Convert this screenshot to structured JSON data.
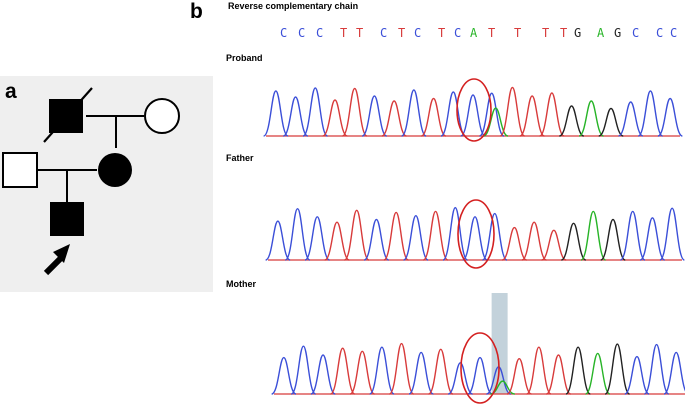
{
  "panel_a": {
    "label": "a"
  },
  "panel_b": {
    "label": "b",
    "sequence_title": "Reverse complementary chain",
    "sequence": [
      {
        "b": "C",
        "c": "#3b4fd8"
      },
      {
        "b": "C",
        "c": "#3b4fd8"
      },
      {
        "b": "C",
        "c": "#3b4fd8"
      },
      {
        "b": "T",
        "c": "#d83b3b"
      },
      {
        "b": "T",
        "c": "#d83b3b"
      },
      {
        "b": "C",
        "c": "#3b4fd8"
      },
      {
        "b": "T",
        "c": "#d83b3b"
      },
      {
        "b": "C",
        "c": "#3b4fd8"
      },
      {
        "b": "T",
        "c": "#d83b3b"
      },
      {
        "b": "C",
        "c": "#3b4fd8"
      },
      {
        "b": "A",
        "c": "#27b427"
      },
      {
        "b": "T",
        "c": "#d83b3b"
      },
      {
        "b": "T",
        "c": "#d83b3b"
      },
      {
        "b": "T",
        "c": "#d83b3b"
      },
      {
        "b": "T",
        "c": "#d83b3b"
      },
      {
        "b": "G",
        "c": "#222222"
      },
      {
        "b": "A",
        "c": "#27b427"
      },
      {
        "b": "G",
        "c": "#222222"
      },
      {
        "b": "C",
        "c": "#3b4fd8"
      },
      {
        "b": "C",
        "c": "#3b4fd8"
      },
      {
        "b": "C",
        "c": "#3b4fd8"
      }
    ],
    "tracks": [
      {
        "name": "Proband",
        "peaks": [
          "C",
          "C",
          "C",
          "T",
          "T",
          "C",
          "T",
          "C",
          "T",
          "C",
          "C",
          "A",
          "T",
          "T",
          "T",
          "G",
          "A",
          "G",
          "C",
          "C",
          "C"
        ],
        "het_index": 11
      },
      {
        "name": "Father",
        "peaks": [
          "C",
          "C",
          "C",
          "T",
          "T",
          "C",
          "T",
          "C",
          "T",
          "C",
          "C",
          "C",
          "T",
          "T",
          "T",
          "G",
          "A",
          "G",
          "C",
          "C",
          "C"
        ],
        "het_index": -1
      },
      {
        "name": "Mother",
        "peaks": [
          "C",
          "C",
          "C",
          "T",
          "T",
          "C",
          "T",
          "C",
          "T",
          "C",
          "C",
          "A",
          "T",
          "T",
          "T",
          "G",
          "A",
          "G",
          "C",
          "C",
          "C"
        ],
        "het_index": 11
      }
    ]
  },
  "colors": {
    "base_C": "#3b4fd8",
    "base_T": "#d83b3b",
    "base_A": "#27b427",
    "base_G": "#222222",
    "circle": "#d42020",
    "highlight": "#a9bfcc",
    "pedigree_bg": "#efefef"
  }
}
